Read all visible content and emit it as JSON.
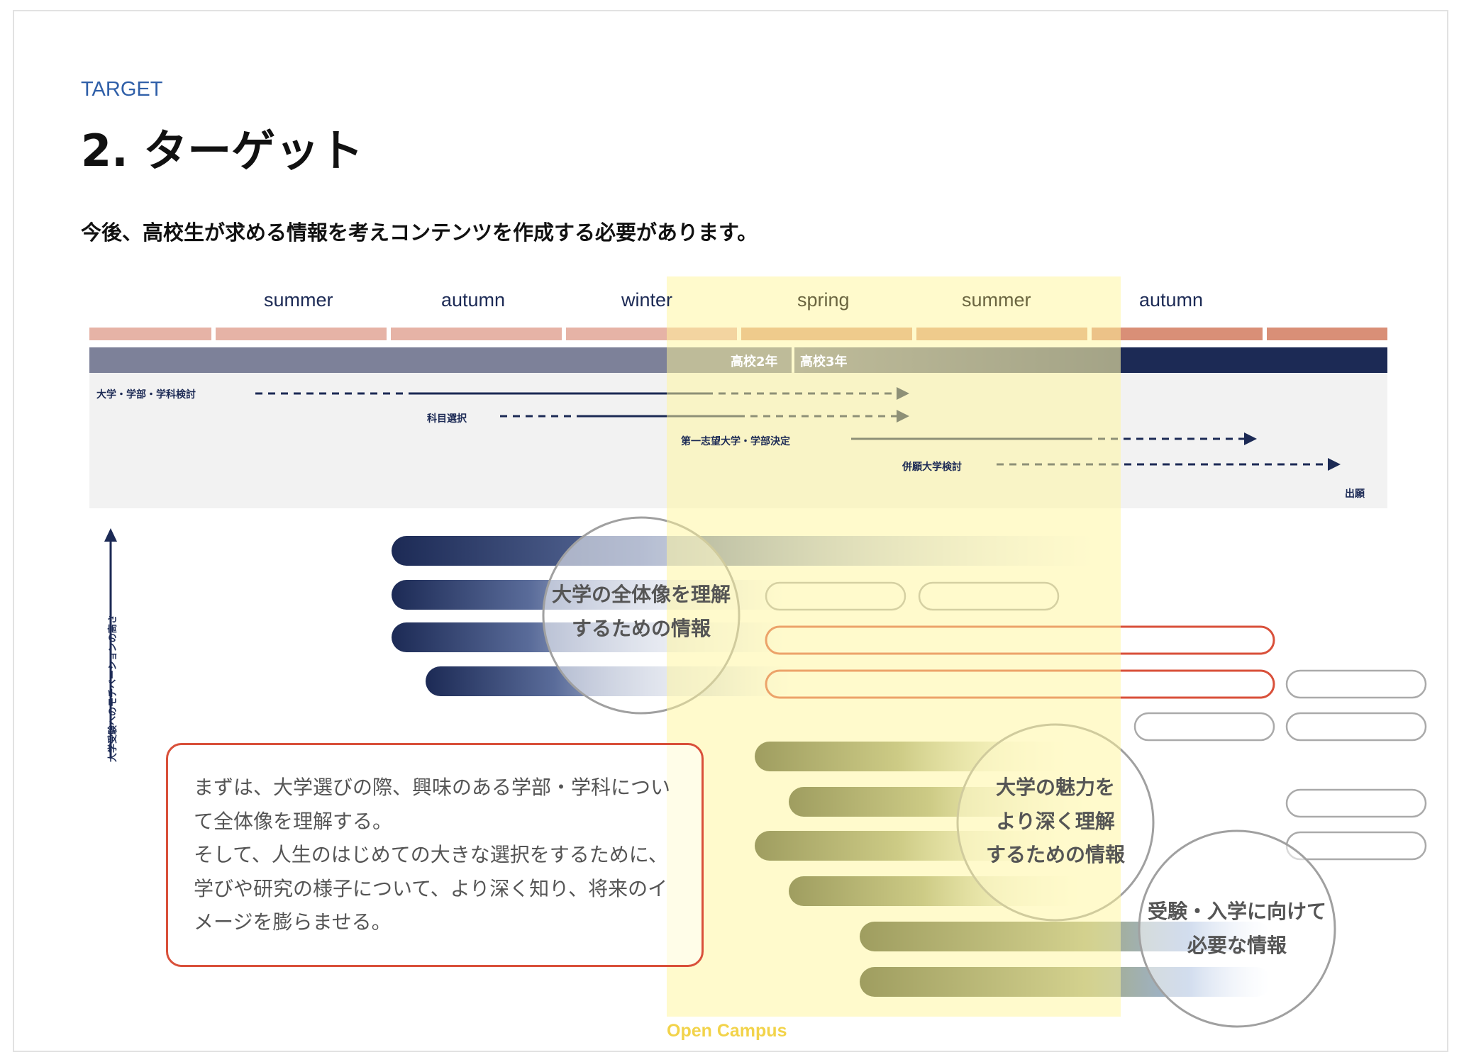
{
  "header": {
    "eyebrow": "TARGET",
    "title": "2. ターゲット",
    "lead": "今後、高校生が求める情報を考えコンテンツを作成する必要があります。"
  },
  "timeline": {
    "seasons": [
      "summer",
      "autumn",
      "winter",
      "spring",
      "summer",
      "autumn"
    ],
    "grades": [
      "高校2年",
      "高校3年"
    ],
    "tasks": [
      "大学・学部・学科検討",
      "科目選択",
      "第一志望大学・学部決定",
      "併願大学検討",
      "出願"
    ]
  },
  "axis": {
    "label": "大学受験へのモチベーションの高さ"
  },
  "bubbles": [
    {
      "lines": [
        "大学の全体像を理解",
        "するための情報"
      ]
    },
    {
      "lines": [
        "大学の魅力を",
        "より深く理解",
        "するための情報"
      ]
    },
    {
      "lines": [
        "受験・入学に向けて",
        "必要な情報"
      ]
    }
  ],
  "note": {
    "lines": [
      "まずは、大学選びの際、興味のある学部・学科につい",
      "て全体像を理解する。",
      "そして、人生のはじめての大きな選択をするために、",
      "学びや研究の様子について、より深く知り、将来のイ",
      "メージを膨らませる。"
    ]
  },
  "highlight": {
    "label": "Open Campus",
    "color": "#fff59a"
  },
  "colors": {
    "navy": "#1c2a55",
    "slate": "#7d8199",
    "salmon": "#e6b3a6",
    "accent_red": "#d9503a",
    "brand_blue": "#2f5fa8"
  }
}
